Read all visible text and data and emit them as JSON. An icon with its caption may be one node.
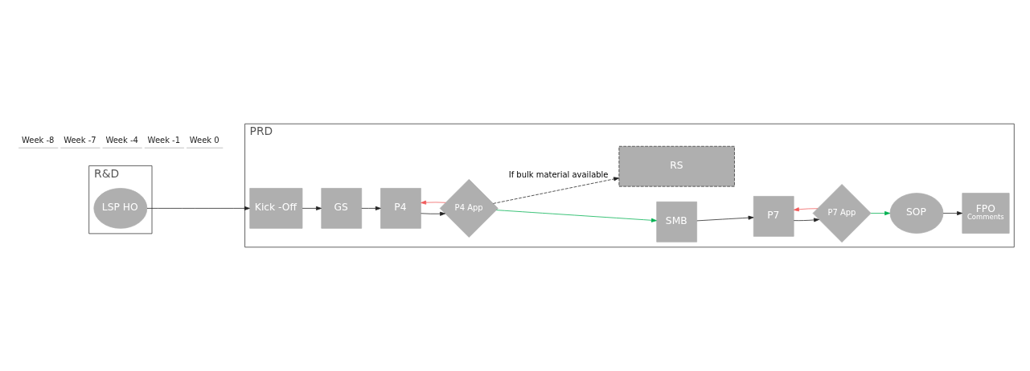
{
  "diagram": {
    "nodes": [
      {
        "text": [
          "R&D"
        ]
      },
      {
        "text": [
          "LSP HO"
        ],
        "in": 0
      },
      {
        "text": [
          "PRD"
        ]
      },
      {
        "text": [
          "Kick -Off"
        ],
        "in": 2
      },
      {
        "text": [
          "GS"
        ],
        "in": 2
      },
      {
        "text": [
          "P4"
        ],
        "in": 2
      },
      {
        "text": [
          "P4 App"
        ],
        "in": 2
      },
      {
        "text": [
          "SMB"
        ],
        "in": 2
      },
      {
        "text": [
          "P7"
        ],
        "in": 2
      },
      {
        "text": [
          "P7 App"
        ],
        "in": 2
      },
      {
        "text": [
          "SOP"
        ],
        "in": 2
      },
      {
        "text": [
          "FPO",
          "Comments"
        ],
        "in": 2
      },
      {
        "text": [
          "RS"
        ],
        "in": 2
      }
    ],
    "edges": [
      {
        "from": 1,
        "to": 3,
        "arrow": "to"
      },
      {
        "from": 3,
        "to": 4,
        "arrow": "to"
      },
      {
        "from": 4,
        "to": 5,
        "arrow": "to"
      },
      {
        "from": 6,
        "to": 5,
        "arrow": "to",
        "color": "#f05a5a"
      },
      {
        "from": 5,
        "to": 6,
        "arrow": "to"
      },
      {
        "from": 6,
        "to": 7,
        "arrow": "to",
        "color": "#00b050"
      },
      {
        "from": 6,
        "to": 12,
        "arrow": "to",
        "style": "dashed",
        "label": "If bulk material available"
      },
      {
        "from": 7,
        "to": 8,
        "arrow": "to"
      },
      {
        "from": 9,
        "to": 8,
        "arrow": "to",
        "color": "#f05a5a"
      },
      {
        "from": 8,
        "to": 9,
        "arrow": "to"
      },
      {
        "from": 9,
        "to": 10,
        "arrow": "to",
        "color": "#00b050"
      },
      {
        "from": 10,
        "to": 11,
        "arrow": "to"
      }
    ],
    "labels": [
      "Week -8",
      "Week -7",
      "Week -4",
      "Week -1",
      "Week 0"
    ]
  }
}
